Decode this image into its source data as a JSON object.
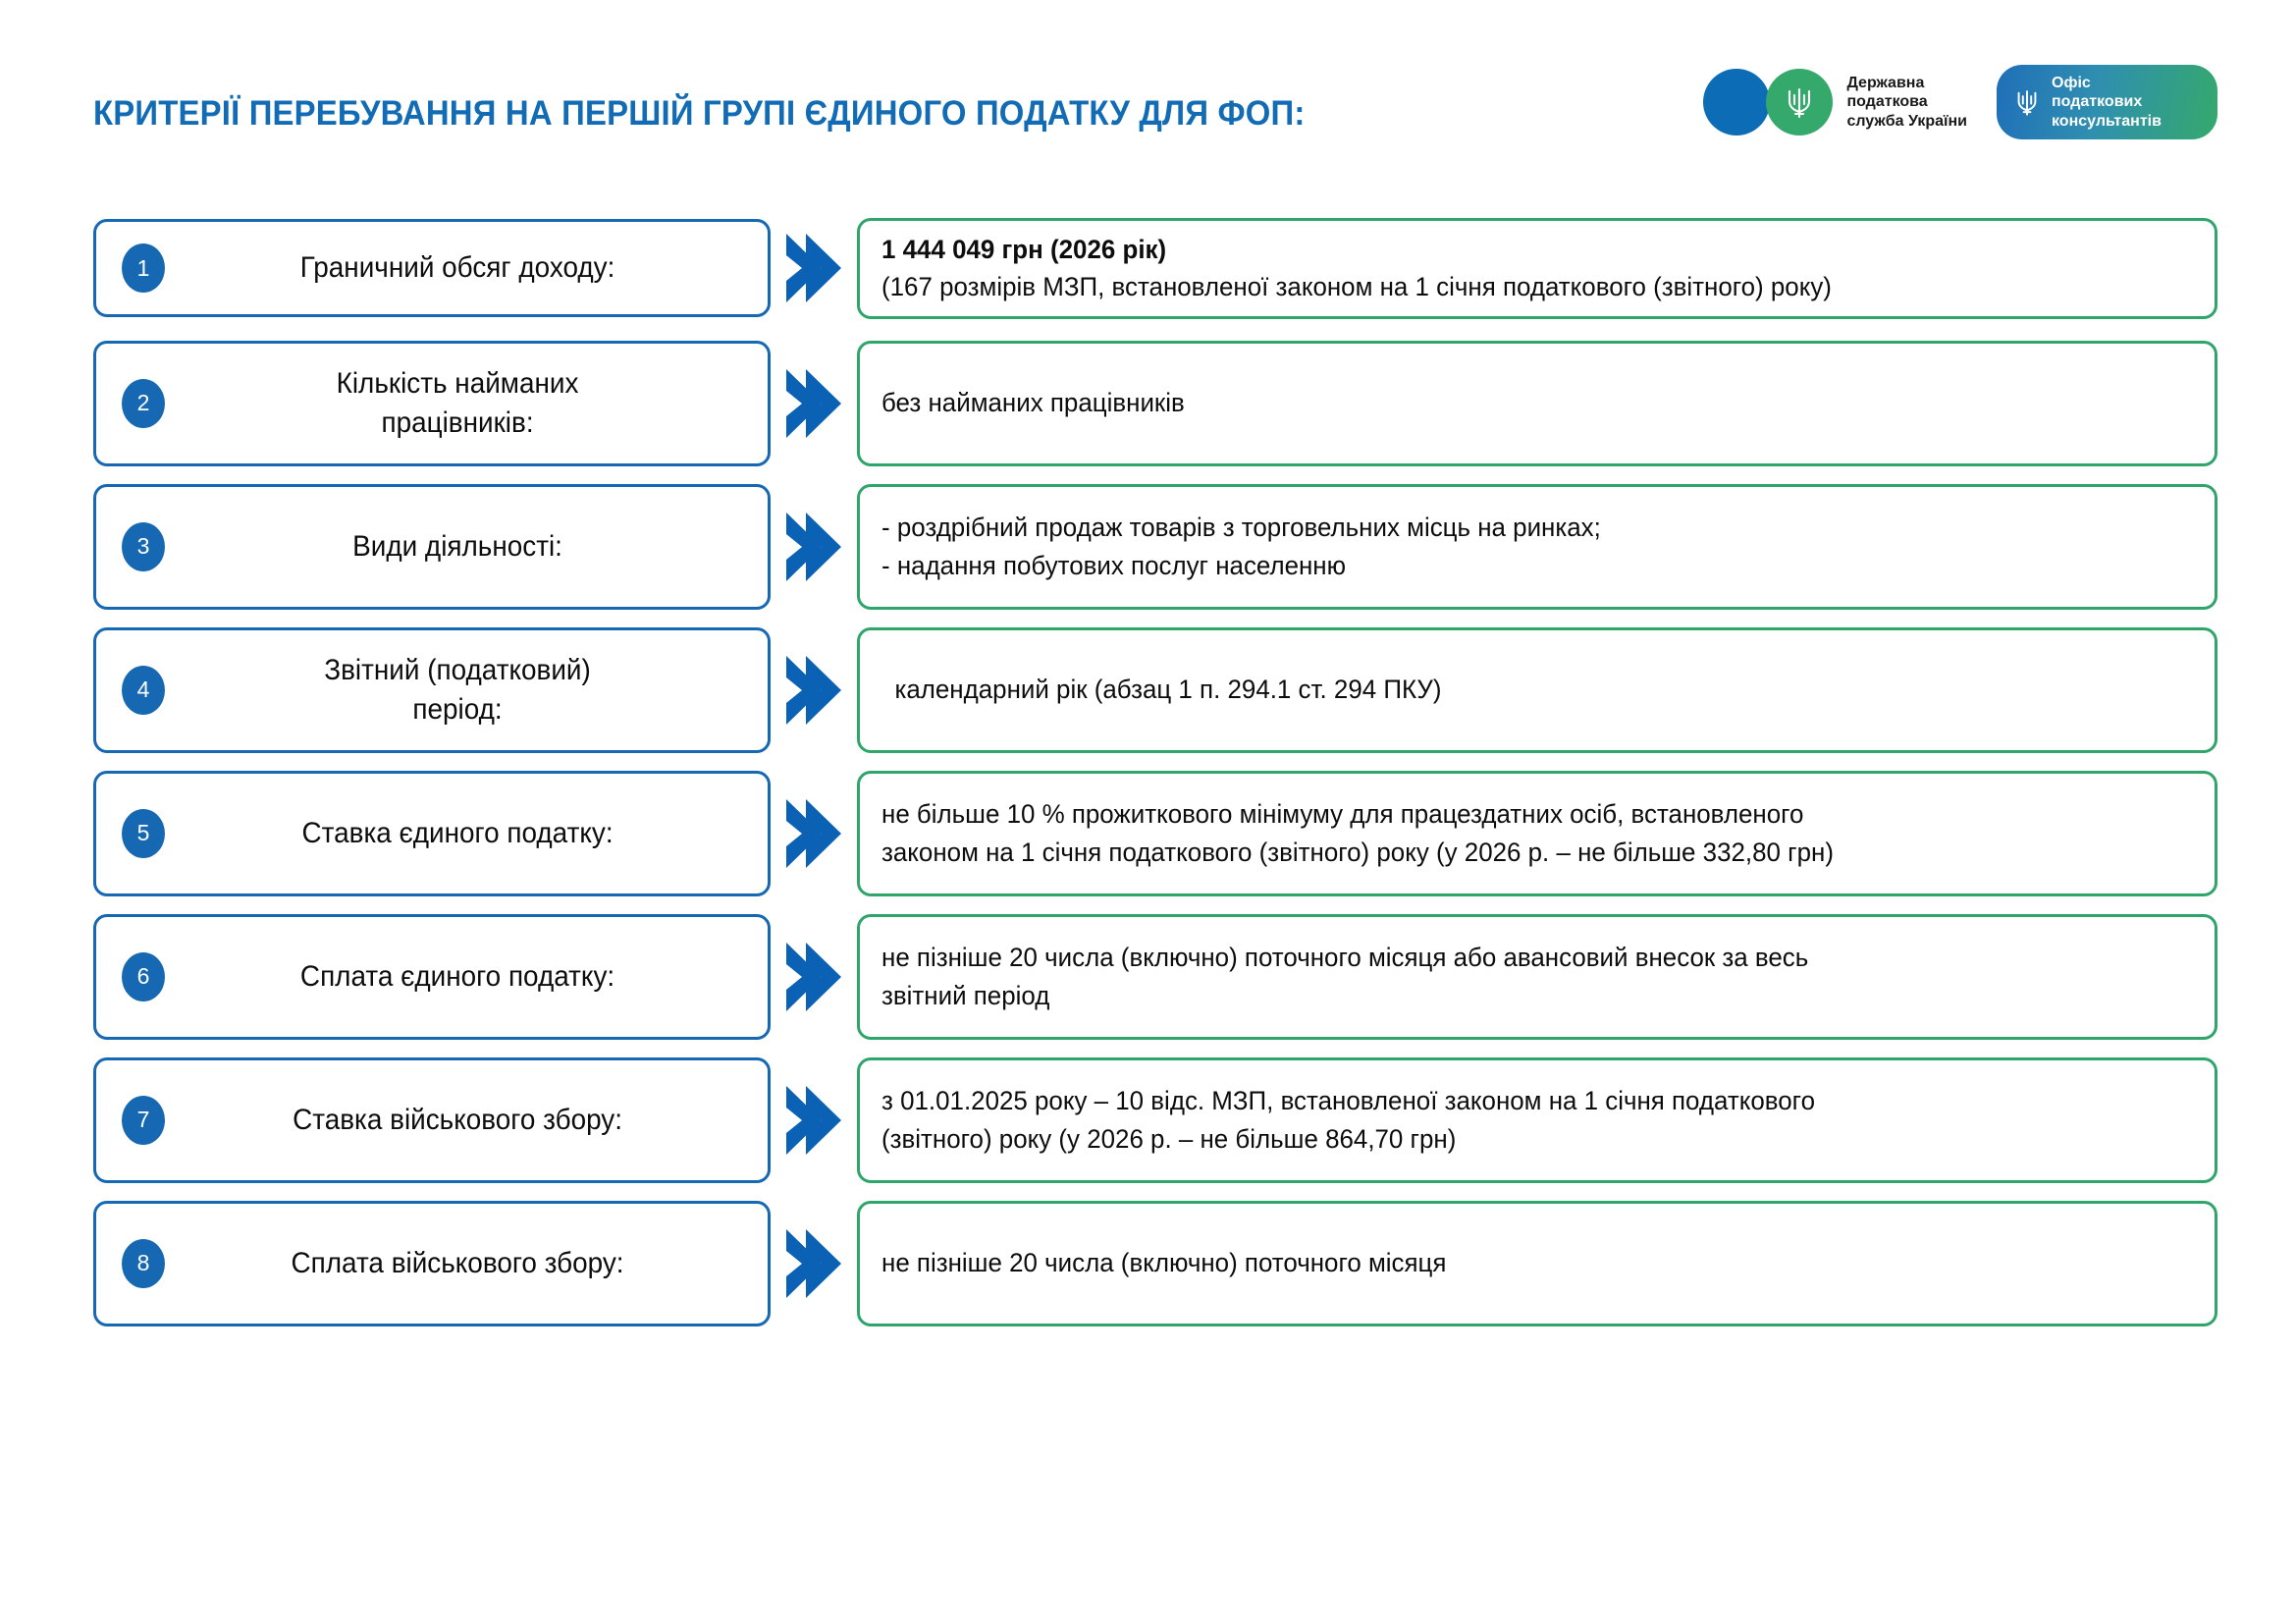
{
  "header": {
    "title": "КРИТЕРІЇ ПЕРЕБУВАННЯ НА ПЕРШІЙ ГРУПІ ЄДИНОГО ПОДАТКУ ДЛЯ ФОП:",
    "title_color": "#126cb5"
  },
  "logos": {
    "dps": {
      "name": "state-tax-service-logo",
      "line1": "Державна",
      "line2": "податкова",
      "line3": "служба України",
      "circle_blue": "#0c6cb5",
      "circle_green": "#35a96c"
    },
    "otc": {
      "name": "tax-consultants-office-logo",
      "line1": "Офіс",
      "line2": "податкових",
      "line3": "консультантів",
      "gradient_from": "#1f6fb8",
      "gradient_to": "#35a96c"
    }
  },
  "theme": {
    "blue": "#1668b3",
    "green": "#2fa46b",
    "arrow": "#0b62b5",
    "text": "#0d0d0d"
  },
  "rows": [
    {
      "number": "1",
      "label": "Граничний обсяг доходу:",
      "label_lines": [
        "Граничний обсяг доходу:"
      ],
      "value_lines": [
        {
          "text": "1 444 049 грн (2026 рік)",
          "bold": true
        },
        {
          "text": "(167 розмірів МЗП, встановленої законом на 1 січня податкового (звітного) року)",
          "bold": false
        }
      ]
    },
    {
      "number": "2",
      "label": "Кількість найманих працівників:",
      "label_lines": [
        "Кількість найманих",
        "працівників:"
      ],
      "value_lines": [
        {
          "text": "без найманих працівників",
          "bold": false
        }
      ]
    },
    {
      "number": "3",
      "label": "Види діяльності:",
      "label_lines": [
        "Види діяльності:"
      ],
      "value_lines": [
        {
          "text": "- роздрібний продаж товарів з торговельних місць на ринках;",
          "bold": false
        },
        {
          "text": "- надання побутових послуг населенню",
          "bold": false
        }
      ]
    },
    {
      "number": "4",
      "label": "Звітний (податковий) період:",
      "label_lines": [
        "Звітний (податковий)",
        "період:"
      ],
      "value_lines": [
        {
          "text": "календарний рік (абзац 1 п. 294.1 ст. 294 ПКУ)",
          "bold": false,
          "indent": true
        }
      ]
    },
    {
      "number": "5",
      "label": "Ставка єдиного податку:",
      "label_lines": [
        "Ставка єдиного податку:"
      ],
      "value_lines": [
        {
          "text": "не більше 10 % прожиткового мінімуму для працездатних осіб, встановленого",
          "bold": false
        },
        {
          "text": "законом на 1 січня податкового (звітного) року (у 2026 р. – не більше 332,80 грн)",
          "bold": false
        }
      ]
    },
    {
      "number": "6",
      "label": "Сплата єдиного податку:",
      "label_lines": [
        "Сплата єдиного податку:"
      ],
      "value_lines": [
        {
          "text": "не пізніше 20 числа (включно) поточного місяця або авансовий внесок за весь",
          "bold": false
        },
        {
          "text": "звітний період",
          "bold": false
        }
      ]
    },
    {
      "number": "7",
      "label": "Ставка військового збору:",
      "label_lines": [
        "Ставка військового збору:"
      ],
      "value_lines": [
        {
          "text": "з 01.01.2025 року – 10 відс. МЗП, встановленої законом на 1 січня податкового",
          "bold": false
        },
        {
          "text": "(звітного) року (у 2026 р. – не більше 864,70 грн)",
          "bold": false
        }
      ]
    },
    {
      "number": "8",
      "label": "Сплата військового збору:",
      "label_lines": [
        "Сплата військового збору:"
      ],
      "value_lines": [
        {
          "text": "не пізніше 20 числа (включно) поточного місяця",
          "bold": false
        }
      ]
    }
  ]
}
